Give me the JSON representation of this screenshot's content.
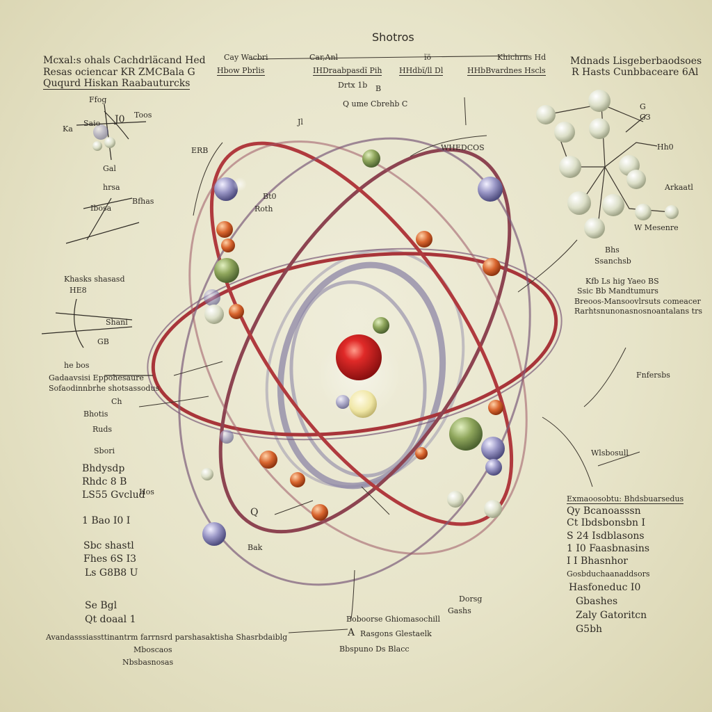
{
  "title": "Shotros",
  "header": {
    "left": [
      "Mcxal:s ohals Cachdrläcand Hed",
      "Resas ociencar KR ZMCBala G",
      "Ququrd Hiskan Raabauturcks"
    ],
    "center_top": [
      "Cay Wacbri",
      "Car,Anl",
      "ĩö",
      "Khichrns Hd"
    ],
    "center": [
      "Hbow Pbrlis",
      "IHDraabpasdĩ Pih",
      "HHdbĩ/ll Dl",
      "HHbBvardnes Hscls"
    ],
    "center_sub": [
      "Drtx 1b",
      "B",
      "Q ume Cbrehb C"
    ],
    "right": [
      "Mdnads Lisgeberbaodsoes",
      "R Hasts Cunbbaceare 6Al"
    ]
  },
  "left_column": [
    "Ffog",
    "Saio",
    "J0",
    "Toos",
    "Ka",
    "Gal",
    "hrsa",
    "Bfhas",
    "Ibosa",
    "Khasks shasasd",
    "HE8",
    "Shanl",
    "GB",
    "he bos",
    "Gadaavsisi Eppohesaure",
    "Sofaodinnbrhe shotsassodus",
    "Ch",
    "Bhotis",
    "Ruds",
    "Sbori",
    "Bhdysdp",
    "Rhdc 8 B",
    "LS55 Gvclud",
    "1 Bao I0 I",
    "Hos",
    "Sbc shastl",
    "Fhes 6S I3",
    "Ls G8B8 U",
    "Se Bgl",
    "Qt doaal 1",
    "Avandasssiassttinantrm farrnsrd parshasaktisha Shasrbdaiblg",
    "Mboscaos",
    "Nbsbasnosas"
  ],
  "center_labels": [
    "ERB",
    "WHEDCOS",
    "Bt0",
    "Roth",
    "Jl",
    "Q",
    "Bak",
    "Dorsg",
    "Gashs",
    "Boboorse Ghiomasochill",
    "Rasgons Glestaelk",
    "A",
    "Bbspuno Ds Blacc"
  ],
  "right_column": [
    "G",
    "G3",
    "Hh0",
    "Arkaatl",
    "W Mesenre",
    "Bhs",
    "Ssanchsb",
    "Kfb Ls hig Yaeo BS",
    "Ssic Bb Mandtumurs",
    "Breoos-Mansoovlrsuts comeacer",
    "Rarhtsnunonasnosnoantalans trs",
    "Fnfersbs",
    "Wlsbosull",
    "Exmaoosobtu: Bhdsbuarsedus",
    "Qy Bcanoasssn",
    "Ct Ibdsbonsbn I",
    "S 24 Isdblasons",
    "1 I0 Faasbnasins",
    "I I Bhasnhor",
    "Gosbduchaanaddsors",
    "Hasfoneduc I0",
    "Gbashes",
    "Zaly Gatoritcn",
    "G5bh"
  ],
  "colors": {
    "nucleus": "#d21f24",
    "orbit_red": "#a8353a",
    "orbit_violet": "#7a5a78",
    "orbit_lavender": "#8c86a6",
    "electron_orange": "#d2622f",
    "electron_green": "#88a05a",
    "electron_violet": "#8a88b8",
    "electron_cream": "#f0e8b0"
  }
}
